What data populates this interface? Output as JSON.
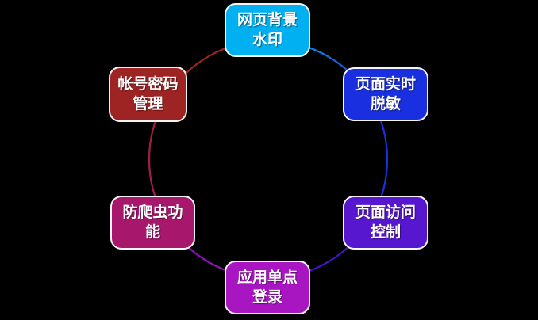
{
  "background_color": "#000000",
  "diagram": {
    "type": "cycle",
    "node_text_color": "#ffffff",
    "node_border_color": "#f4f4f4",
    "nodes": [
      {
        "id": "web-watermark",
        "label": "网页背景水印",
        "line1": "网页背景",
        "line2": "水印",
        "color": "#00B0F0",
        "position": "top"
      },
      {
        "id": "page-masking",
        "label": "页面实时脱敏",
        "line1": "页面实时",
        "line2": "脱敏",
        "color": "#1A2FE0",
        "position": "top-right"
      },
      {
        "id": "access-control",
        "label": "页面访问控制",
        "line1": "页面访问",
        "line2": "控制",
        "color": "#5617CE",
        "position": "bottom-right"
      },
      {
        "id": "sso-login",
        "label": "应用单点登录",
        "line1": "应用单点",
        "line2": "登录",
        "color": "#A716C0",
        "position": "bottom"
      },
      {
        "id": "anti-crawler",
        "label": "防爬虫功能",
        "line1": "防爬虫功",
        "line2": "能",
        "color": "#A7176C",
        "position": "bottom-left"
      },
      {
        "id": "account-mgmt",
        "label": "帐号密码管理",
        "line1": "帐号密码",
        "line2": "管理",
        "color": "#9E2323",
        "position": "top-left"
      }
    ],
    "connectors": [
      {
        "from": "web-watermark",
        "to": "page-masking",
        "from_angle": -90,
        "to_angle": -30,
        "color_start": "#00B0F0",
        "color_end": "#1A2FE0"
      },
      {
        "from": "page-masking",
        "to": "access-control",
        "from_angle": -30,
        "to_angle": 30,
        "color_start": "#1A2FE0",
        "color_end": "#1A2FE0"
      },
      {
        "from": "access-control",
        "to": "sso-login",
        "from_angle": 30,
        "to_angle": 90,
        "color_start": "#4713CC",
        "color_end": "#4713CC"
      },
      {
        "from": "sso-login",
        "to": "anti-crawler",
        "from_angle": 90,
        "to_angle": 150,
        "color_start": "#9013B8",
        "color_end": "#9013B8"
      },
      {
        "from": "anti-crawler",
        "to": "account-mgmt",
        "from_angle": 150,
        "to_angle": 210,
        "color_start": "#A7176C",
        "color_end": "#9E2323"
      },
      {
        "from": "account-mgmt",
        "to": "web-watermark",
        "from_angle": 210,
        "to_angle": 270,
        "color_start": "#9E2323",
        "color_end": "#9E2323"
      }
    ]
  }
}
